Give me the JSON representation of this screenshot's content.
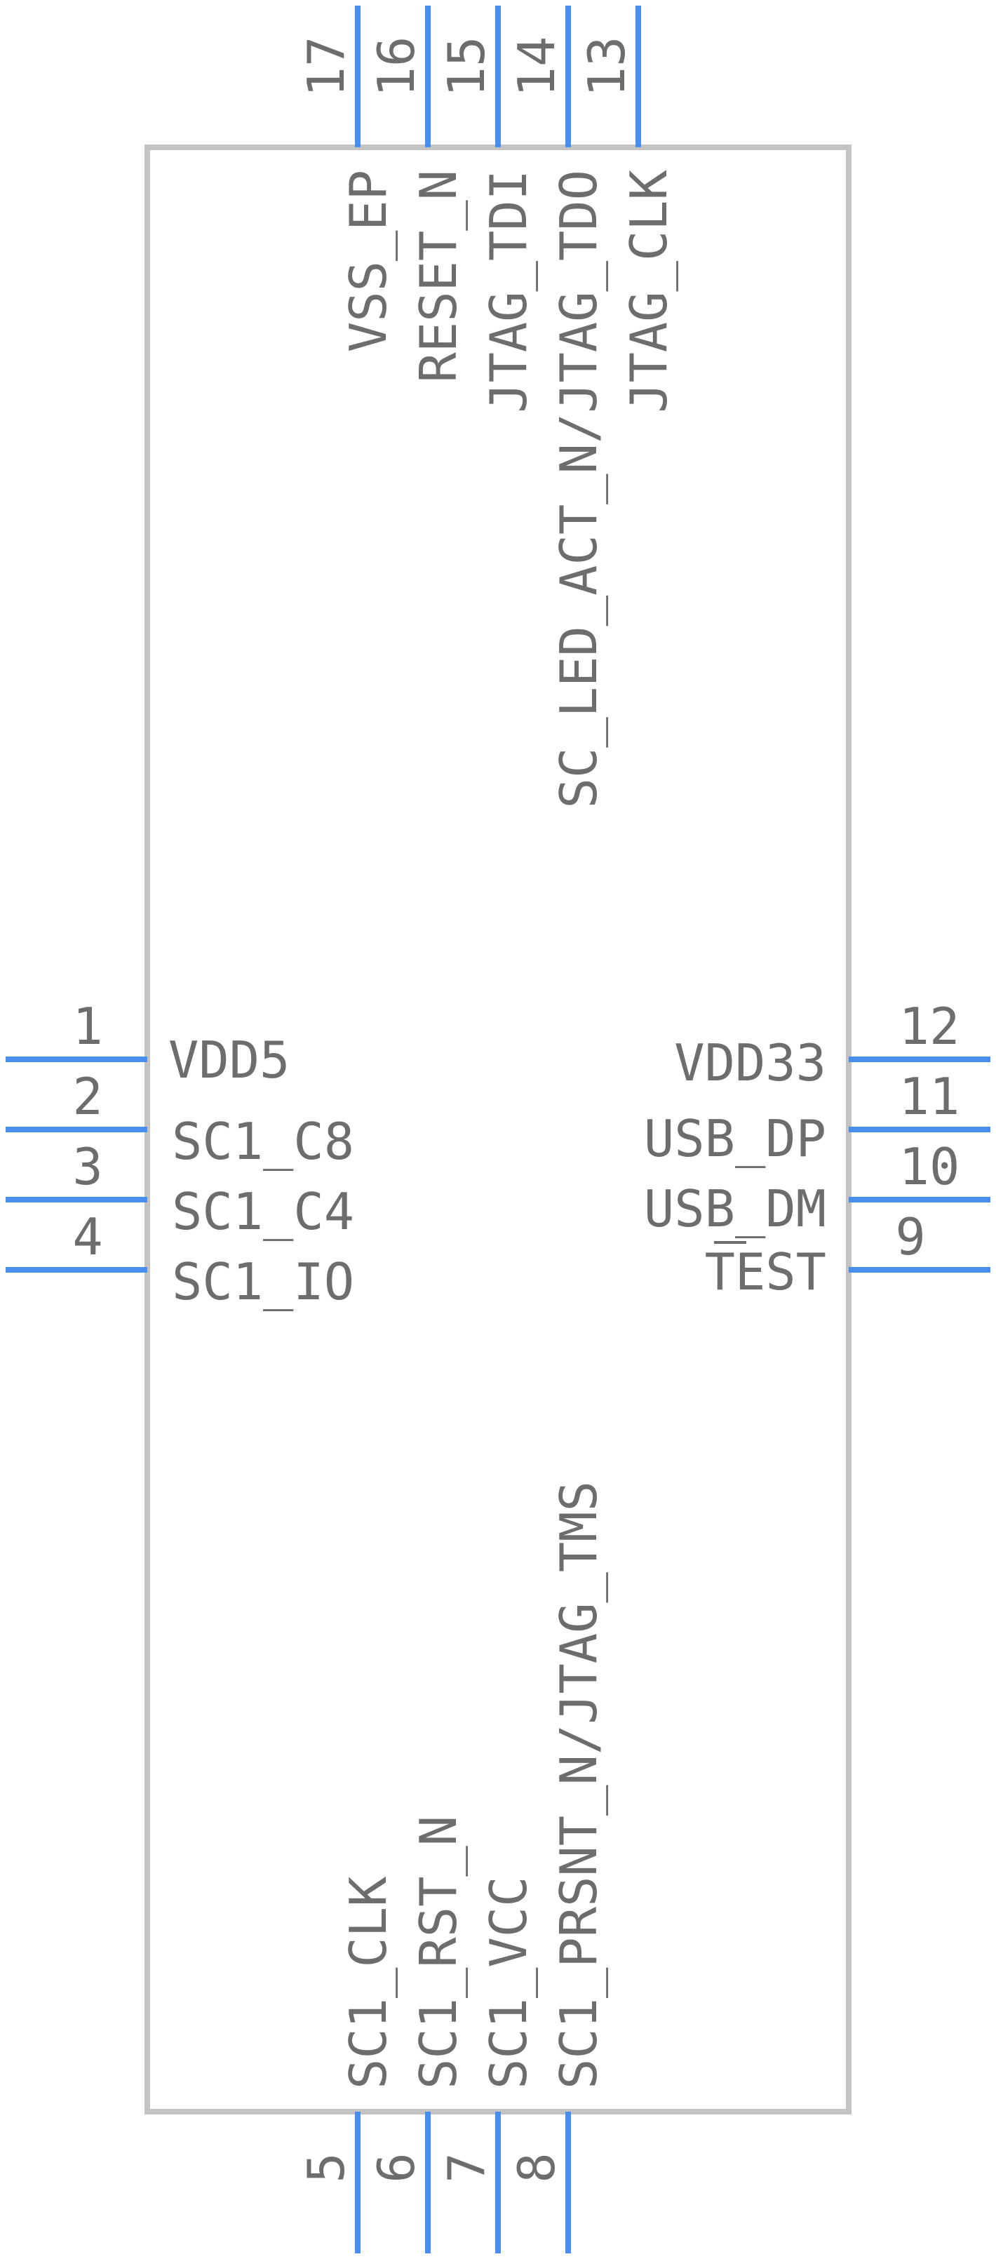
{
  "colors": {
    "body_outline": "#c3c3c3",
    "pin_line": "#4a8cf0",
    "text": "#6d6d6d",
    "background": "#ffffff"
  },
  "pins": {
    "left": [
      {
        "number": "1",
        "label": "VDD5"
      },
      {
        "number": "2",
        "label": "SC1_C8"
      },
      {
        "number": "3",
        "label": "SC1_C4"
      },
      {
        "number": "4",
        "label": "SC1_IO"
      }
    ],
    "right": [
      {
        "number": "12",
        "label": "VDD33"
      },
      {
        "number": "11",
        "label": "USB_DP"
      },
      {
        "number": "10",
        "label": "USB_DM"
      },
      {
        "number": "9",
        "label": "TEST"
      }
    ],
    "top": [
      {
        "number": "17",
        "label": "VSS_EP"
      },
      {
        "number": "16",
        "label": "RESET_N"
      },
      {
        "number": "15",
        "label": "JTAG_TDI"
      },
      {
        "number": "14",
        "label": "SC_LED_ACT_N/JTAG_TDO"
      },
      {
        "number": "13",
        "label": "JTAG_CLK"
      }
    ],
    "bottom": [
      {
        "number": "5",
        "label": "SC1_CLK"
      },
      {
        "number": "6",
        "label": "SC1_RST_N"
      },
      {
        "number": "7",
        "label": "SC1_VCC"
      },
      {
        "number": "8",
        "label": "SC1_PRSNT_N/JTAG_TMS"
      }
    ]
  }
}
